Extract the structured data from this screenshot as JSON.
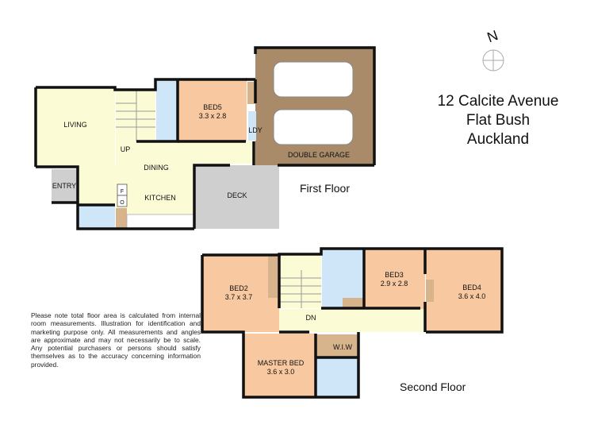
{
  "address": {
    "line1": "12 Calcite Avenue",
    "line2": "Flat Bush",
    "line3": "Auckland"
  },
  "compass": {
    "label": "N",
    "icon": "north-compass-icon"
  },
  "first_floor": {
    "title": "First Floor",
    "rooms": {
      "living": "LIVING",
      "entry": "ENTRY",
      "up": "UP",
      "dining": "DINING",
      "kitchen": "KITCHEN",
      "fridge": "F",
      "oven": "O",
      "bed5": "BED5",
      "bed5_size": "3.3 x 2.8",
      "ldy": "LDY",
      "garage": "DOUBLE GARAGE",
      "deck": "DECK"
    }
  },
  "second_floor": {
    "title": "Second Floor",
    "rooms": {
      "bed2": "BED2",
      "bed2_size": "3.7 x 3.7",
      "dn": "DN",
      "bed3": "BED3",
      "bed3_size": "2.9 x 2.8",
      "bed4": "BED4",
      "bed4_size": "3.6 x 4.0",
      "wiw": "W.I.W",
      "master": "MASTER BED",
      "master_size": "3.6 x 3.0"
    }
  },
  "disclaimer": "Please note total floor area is calculated from internal room measurements.  Illustration for identification and marketing purpose only.  All measurements and angles are approximate and may not necessarily be to scale.  Any potential purchasers or persons should satisfy themselves as to the accuracy concerning information provided.",
  "colors": {
    "bedroom": "#f8c9a0",
    "living": "#fbfbd6",
    "wet": "#cfe6f8",
    "garage": "#a98b69",
    "deck": "#cfcfcf",
    "storage": "#d8b48c"
  }
}
